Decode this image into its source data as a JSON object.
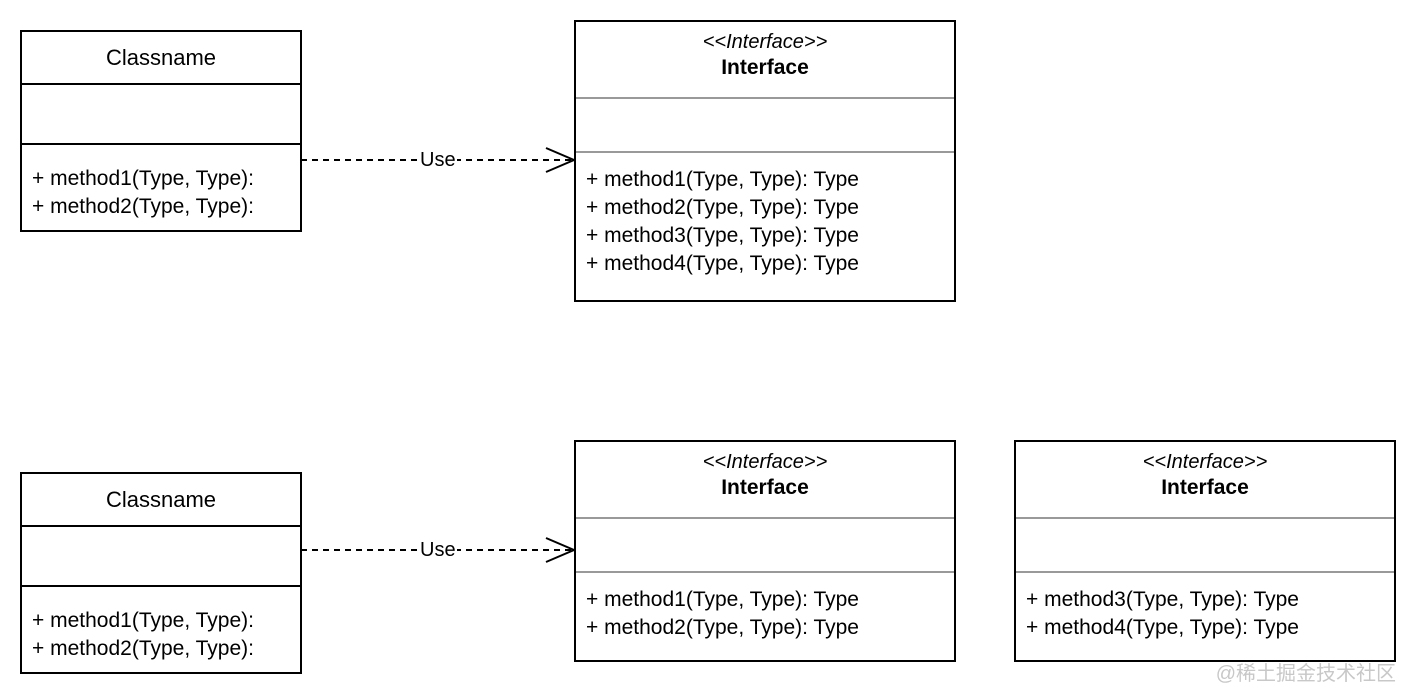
{
  "diagram_top": {
    "client": {
      "name": "Classname",
      "methods": [
        "+ method1(Type, Type):",
        "+ method2(Type, Type):"
      ]
    },
    "interface": {
      "stereotype": "<<Interface>>",
      "name": "Interface",
      "methods": [
        "+ method1(Type, Type): Type",
        "+ method2(Type, Type): Type",
        "+ method3(Type, Type): Type",
        "+ method4(Type, Type): Type"
      ]
    },
    "edge_label": "Use"
  },
  "diagram_bottom": {
    "client": {
      "name": "Classname",
      "methods": [
        "+ method1(Type, Type):",
        "+ method2(Type, Type):"
      ]
    },
    "interface_a": {
      "stereotype": "<<Interface>>",
      "name": "Interface",
      "methods": [
        "+ method1(Type, Type): Type",
        "+ method2(Type, Type): Type"
      ]
    },
    "interface_b": {
      "stereotype": "<<Interface>>",
      "name": "Interface",
      "methods": [
        "+ method3(Type, Type): Type",
        "+ method4(Type, Type): Type"
      ]
    },
    "edge_label": "Use"
  },
  "watermark": "@稀土掘金技术社区",
  "colors": {
    "line": "#000000",
    "divider_gray": "#999999",
    "watermark": "#c8c8c8"
  }
}
